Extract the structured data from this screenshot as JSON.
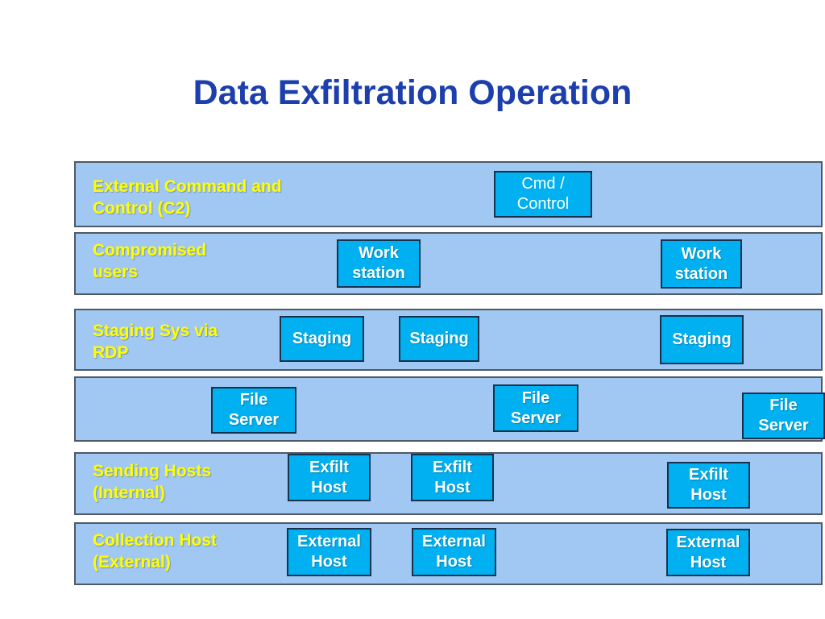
{
  "title": "Data Exfiltration Operation",
  "colors": {
    "page_bg": "#FFFFFF",
    "title_text": "#1C3FAD",
    "band_fill": "#A0C8F2",
    "band_border": "#4F5A64",
    "box_fill": "#00B0F0",
    "box_border": "#16324F",
    "box_text": "#FFFFFF",
    "label_yellow": "#FFFF00"
  },
  "rows": {
    "c2": {
      "label_line1": "External Command and",
      "label_line2": "Control (C2)",
      "node_line1": "Cmd /",
      "node_line2": "Control"
    },
    "compromised": {
      "label_line1": "Compromised",
      "label_line2": "users",
      "node_line1": "Work",
      "node_line2": "station"
    },
    "staging": {
      "label_line1": "Staging Sys via",
      "label_line2": "RDP",
      "node_text": "Staging"
    },
    "file_servers": {
      "node_line1": "File",
      "node_line2": "Server"
    },
    "sending": {
      "label_line1": "Sending Hosts",
      "label_line2": "(Internal)",
      "node_line1": "Exfilt",
      "node_line2": "Host"
    },
    "collection": {
      "label_line1": "Collection Host",
      "label_line2": "(External)",
      "node_line1": "External",
      "node_line2": "Host"
    }
  }
}
